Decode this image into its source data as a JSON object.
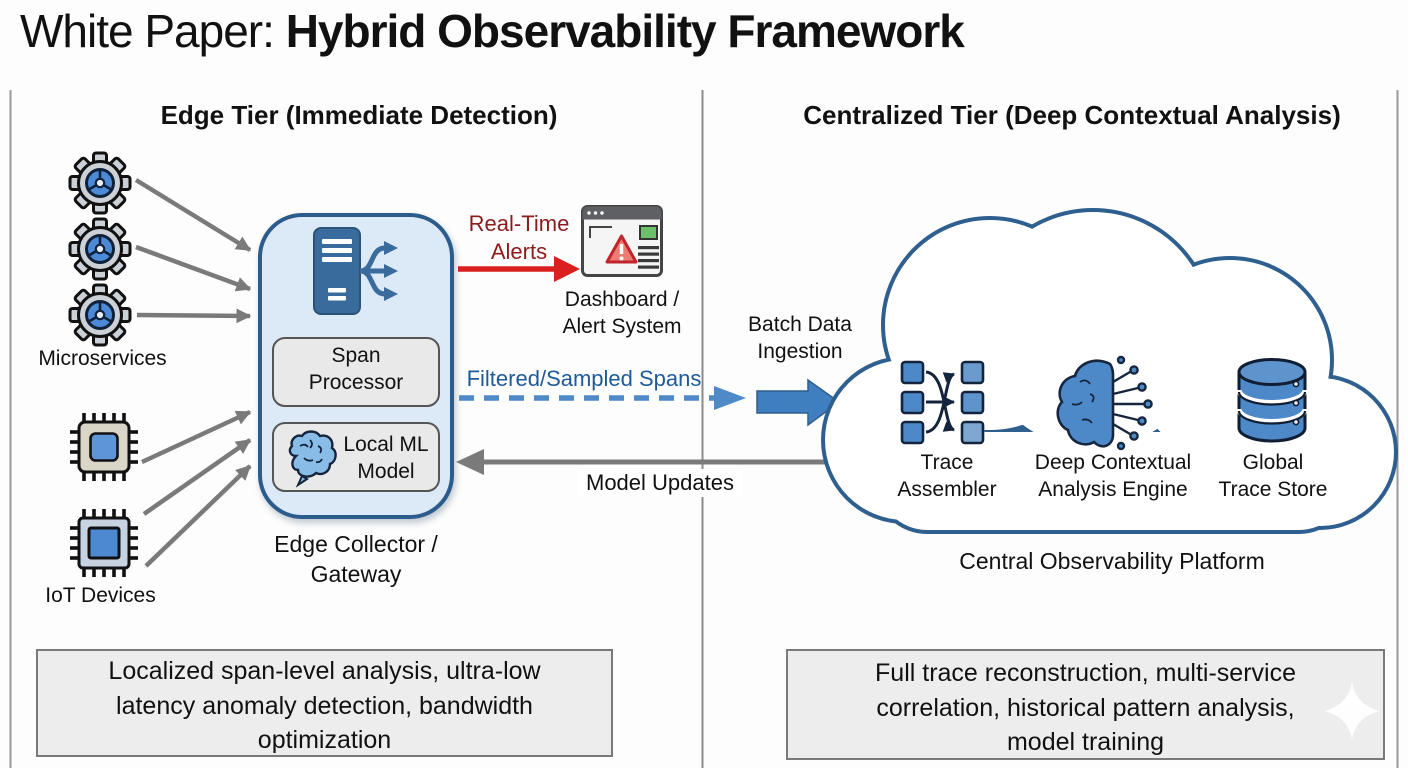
{
  "title": {
    "prefix": "White Paper: ",
    "emphasis": "Hybrid Observability Framework"
  },
  "edge_tier": {
    "header": "Edge Tier (Immediate Detection)",
    "sources": {
      "microservices_label": "Microservices",
      "iot_label": "IoT Devices"
    },
    "collector": {
      "span_processor_label": "Span\nProcessor",
      "local_ml_label": "Local ML\nModel",
      "caption": "Edge Collector /\nGateway"
    },
    "alert_path": {
      "arrow_label": "Real-Time\nAlerts",
      "dashboard_caption": "Dashboard /\nAlert System"
    },
    "flows": {
      "filtered_spans_label": "Filtered/Sampled Spans",
      "model_updates_label": "Model Updates"
    },
    "summary": "Localized span-level analysis, ultra-low\nlatency anomaly detection, bandwidth\noptimization"
  },
  "central_tier": {
    "header": "Centralized Tier (Deep Contextual Analysis)",
    "ingestion_label": "Batch Data\nIngestion",
    "cloud": {
      "items": [
        {
          "label": "Trace\nAssembler",
          "icon": "merge-squares-icon"
        },
        {
          "label": "Deep Contextual\nAnalysis Engine",
          "icon": "brain-network-icon"
        },
        {
          "label": "Global\nTrace Store",
          "icon": "database-icon"
        }
      ],
      "caption": "Central Observability Platform"
    },
    "summary": "Full trace reconstruction, multi-service\ncorrelation, historical pattern analysis,\nmodel training"
  },
  "icons": {
    "microservice": "gear-icon",
    "iot_device": "chip-icon",
    "edge_collector": "server-share-icon",
    "alert_dashboard": "browser-warning-icon",
    "local_ml": "brain-icon",
    "trace_assembler": "merge-squares-icon",
    "analysis_engine": "brain-network-icon",
    "trace_store": "database-icon",
    "watermark": "sparkle-icon"
  },
  "colors": {
    "collector_fill": "#dce9f6",
    "collector_border": "#2b5c8c",
    "cloud_border": "#2e5f8f",
    "icon_blue": "#4d89c8",
    "alert_arrow_red": "#da1f1f",
    "alert_text_red": "#8e1b1b",
    "flow_text_blue": "#1e5a9a",
    "flow_arrow_blue": "#4e8ac8",
    "gray_arrow": "#7a7a7a",
    "summary_fill": "#ededed"
  }
}
